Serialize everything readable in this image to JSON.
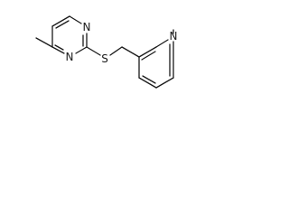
{
  "structure": {
    "atoms": {
      "pyrimidine_n1": "N",
      "pyrimidine_n3": "N",
      "sulfur": "S",
      "pyridine_n": "N"
    },
    "colors": {
      "bond": "#1a1a1a",
      "label": "#1a1a1a",
      "background": "#ffffff"
    }
  }
}
